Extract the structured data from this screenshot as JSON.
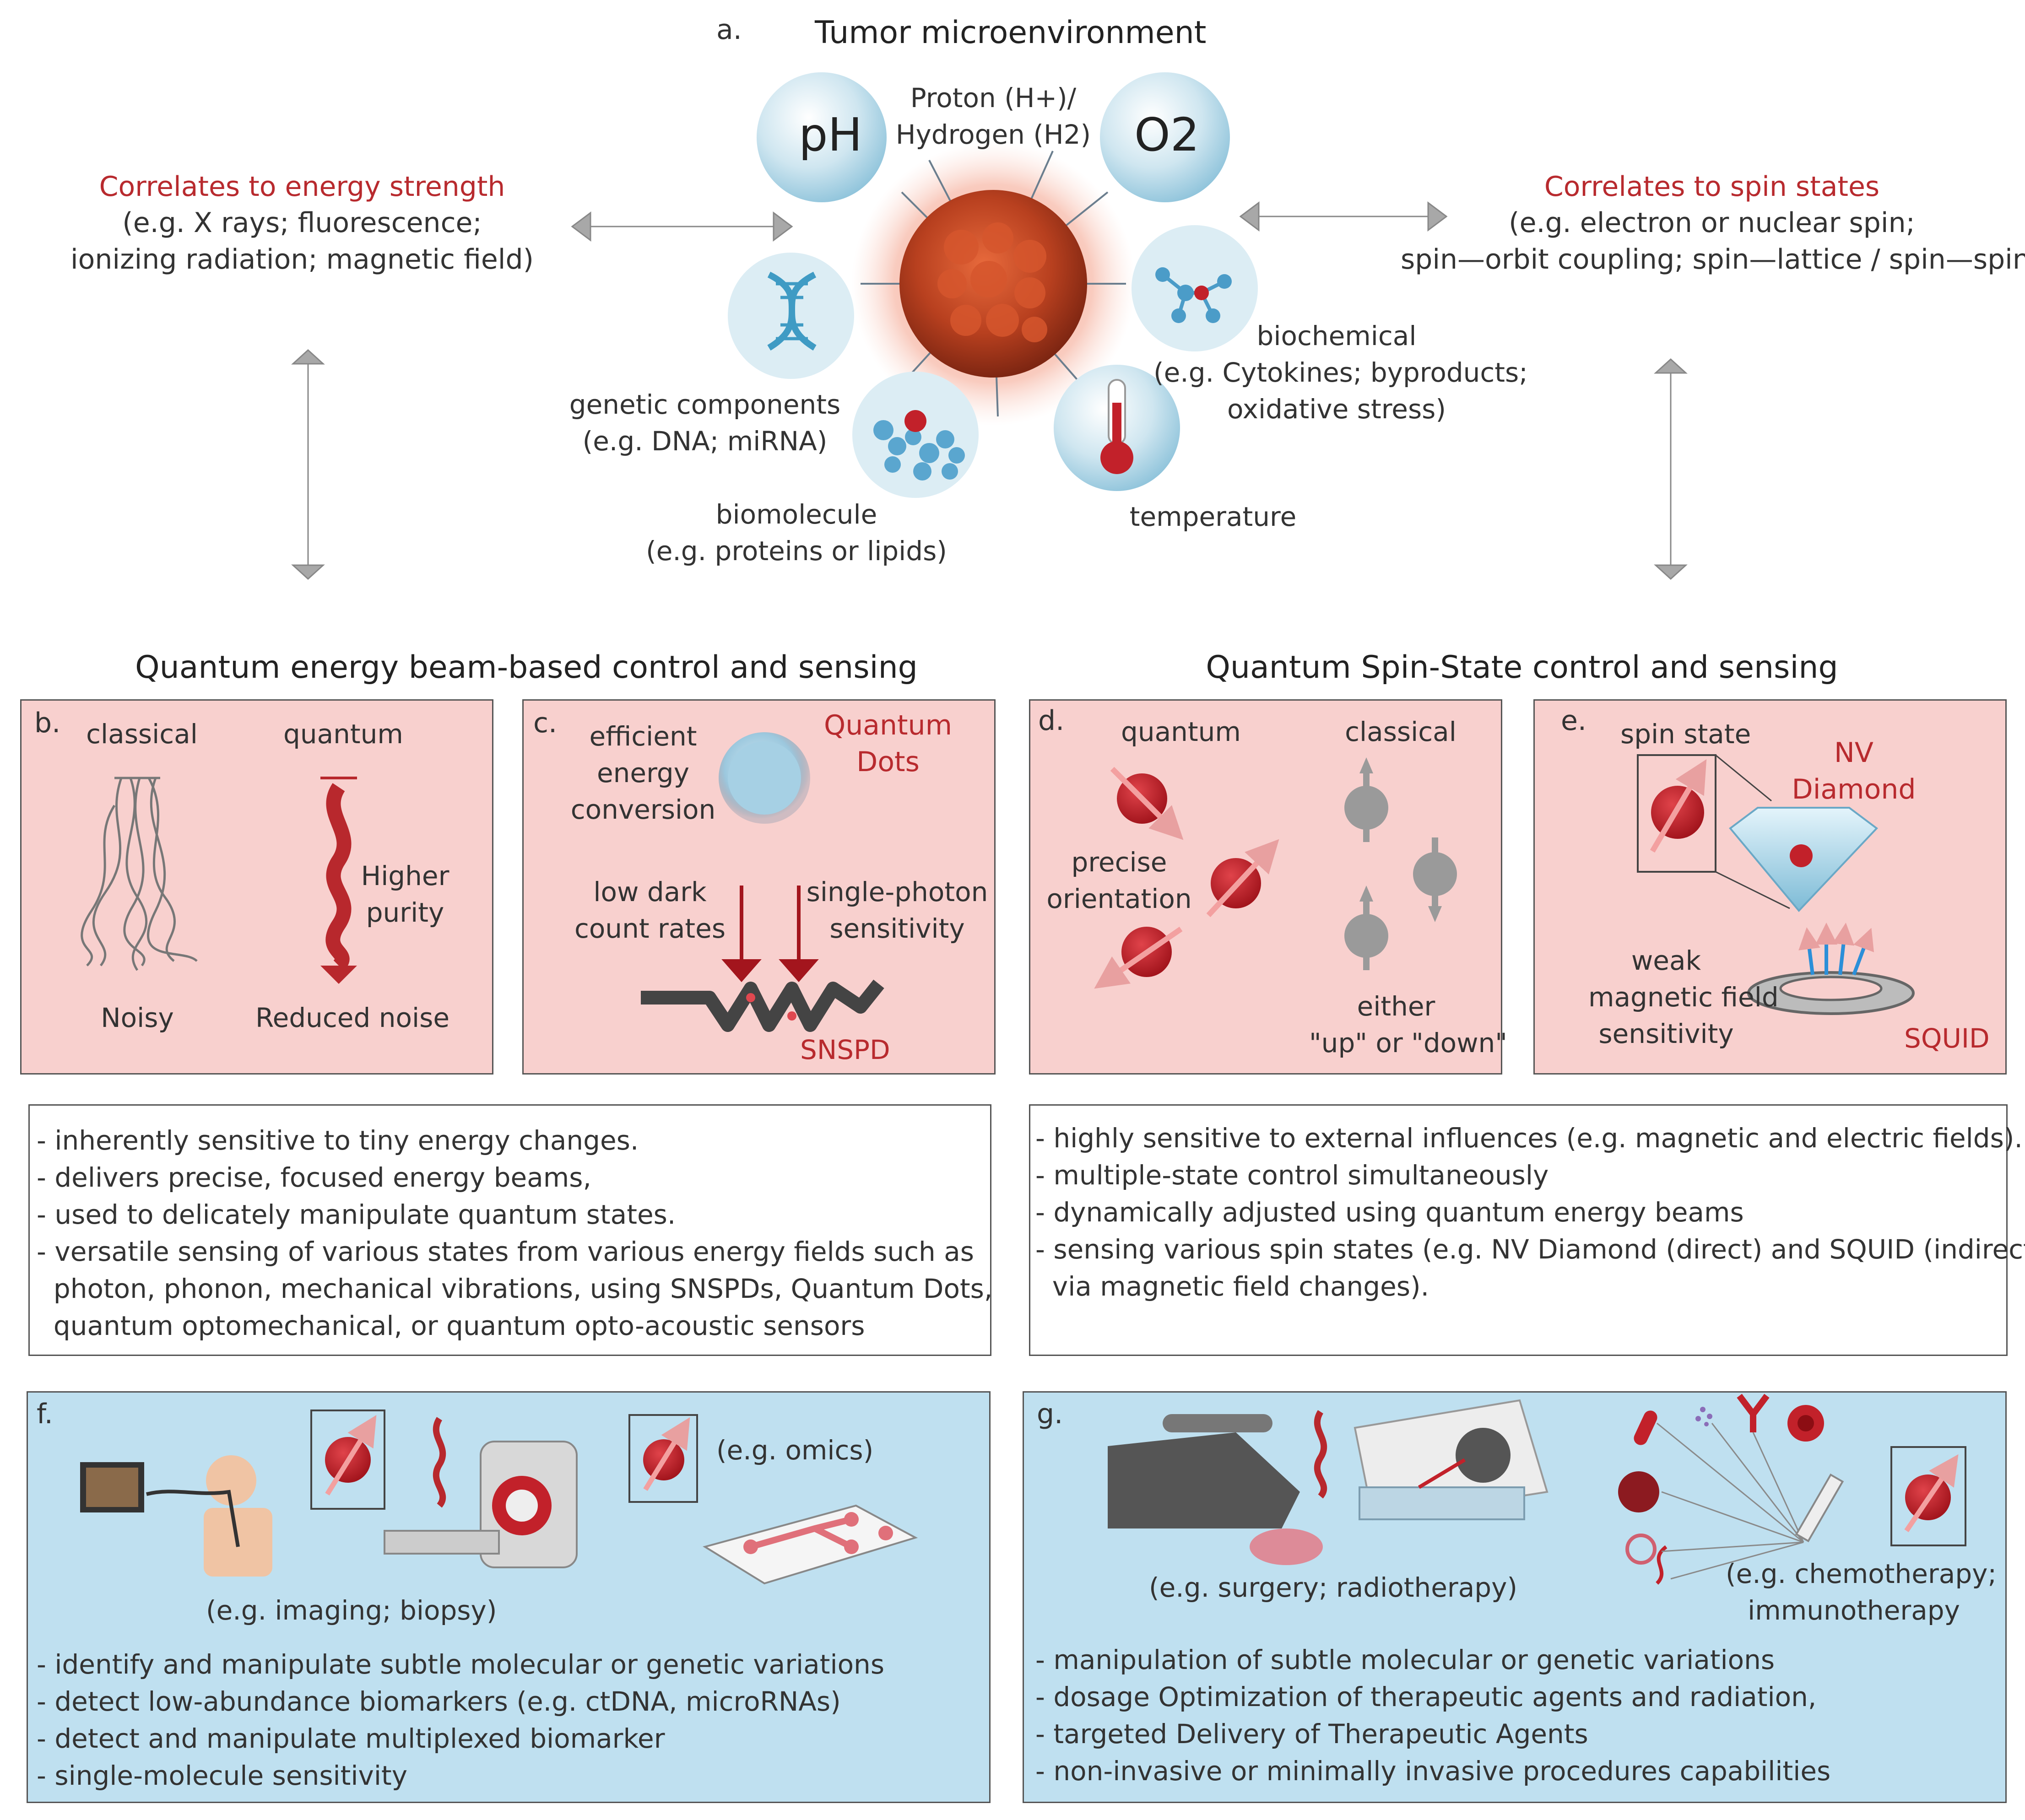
{
  "colors": {
    "accent_red": "#b82a2e",
    "panel_pink": "#f8d0ce",
    "panel_blue": "#bfe0f0",
    "arrow_gray": "#a8a8a8"
  },
  "a": {
    "letter": "a.",
    "title": "Tumor microenvironment",
    "ph": "pH",
    "o2": "O2",
    "proton": [
      "Proton (H+)/",
      "Hydrogen (H2)"
    ],
    "genetic": [
      "genetic components",
      "(e.g. DNA; miRNA)"
    ],
    "biomolecule": [
      "biomolecule",
      "(e.g. proteins or lipids)"
    ],
    "biochemical": [
      "biochemical",
      "(e.g. Cytokines; byproducts;",
      "oxidative stress)"
    ],
    "temperature": "temperature",
    "left_heading": "Correlates to energy strength",
    "left_lines": [
      "(e.g. X rays; fluorescence;",
      "ionizing radiation; magnetic field)"
    ],
    "right_heading": "Correlates to spin states",
    "right_lines": [
      "(e.g. electron or nuclear spin;",
      "spin—orbit coupling; spin—lattice / spin—spin)"
    ]
  },
  "section_left_title": "Quantum energy beam-based control and sensing",
  "section_right_title": "Quantum Spin-State control and sensing",
  "b": {
    "letter": "b.",
    "classical": "classical",
    "quantum": "quantum",
    "higher": [
      "Higher",
      "purity"
    ],
    "noisy": "Noisy",
    "reduced": "Reduced noise"
  },
  "c": {
    "letter": "c.",
    "efficient": [
      "efficient",
      "energy",
      "conversion"
    ],
    "qd": [
      "Quantum",
      "Dots"
    ],
    "lowdark": [
      "low dark",
      "count rates"
    ],
    "single": [
      "single-photon",
      "sensitivity"
    ],
    "snspd": "SNSPD"
  },
  "d": {
    "letter": "d.",
    "quantum": "quantum",
    "classical": "classical",
    "precise": [
      "precise",
      "orientation"
    ],
    "either": [
      "either",
      "\"up\" or \"down\""
    ]
  },
  "e": {
    "letter": "e.",
    "spin": "spin state",
    "nv": [
      "NV",
      "Diamond"
    ],
    "weak": [
      "weak",
      "magnetic field",
      "sensitivity"
    ],
    "squid": "SQUID"
  },
  "left_bullets": "- inherently sensitive to tiny energy changes.\n- delivers precise, focused energy beams,\n- used to delicately manipulate quantum states.\n- versatile sensing of various states from various energy fields such as\n  photon, phonon, mechanical vibrations, using SNSPDs, Quantum Dots,\n  quantum optomechanical, or quantum opto-acoustic sensors",
  "right_bullets": "- highly sensitive to external influences (e.g. magnetic and electric fields).\n- multiple-state control simultaneously\n- dynamically adjusted using quantum energy beams\n- sensing various spin states (e.g. NV Diamond (direct) and SQUID (indirect\n  via magnetic field changes).",
  "f": {
    "letter": "f.",
    "omics": "(e.g. omics)",
    "imaging": "(e.g. imaging; biopsy)",
    "bullets": "- identify and manipulate subtle molecular or genetic variations\n- detect low-abundance biomarkers (e.g. ctDNA, microRNAs)\n- detect and manipulate multiplexed biomarker\n- single-molecule sensitivity"
  },
  "g": {
    "letter": "g.",
    "surgery": "(e.g. surgery; radiotherapy)",
    "chemo": [
      "(e.g. chemotherapy;",
      "immunotherapy"
    ],
    "bullets": "- manipulation of subtle molecular or genetic variations\n- dosage Optimization of therapeutic agents and radiation,\n- targeted Delivery of Therapeutic Agents\n- non-invasive or minimally invasive procedures capabilities"
  }
}
